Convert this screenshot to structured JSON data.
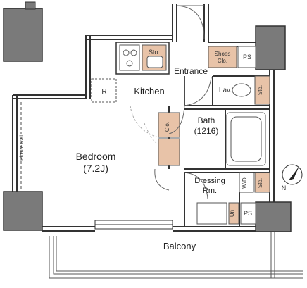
{
  "rooms": {
    "entrance": "Entrance",
    "kitchen": "Kitchen",
    "bath": "Bath",
    "bath_size": "(1216)",
    "bedroom": "Bedroom",
    "bedroom_size": "(7.2J)",
    "dressing": "Dressing",
    "dressing_suffix": "Rm.",
    "balcony": "Balcony"
  },
  "fixtures": {
    "kitchen_storage": "Sto.",
    "shoes_closet_1": "Shoes",
    "shoes_closet_2": "Clo.",
    "ps_top": "PS",
    "ps_bottom": "PS",
    "lavatory": "Lav.",
    "lav_storage": "Sto.",
    "refrigerator": "R",
    "closet": "Clo.",
    "walk_door": "W/D",
    "dressing_storage": "Sto.",
    "utility": "Un",
    "picture_rail": "Picture Rail",
    "north": "N"
  },
  "colors": {
    "storage_fill": "#e8c3a8",
    "column_fill": "#7a7a7a",
    "wall": "#333333"
  }
}
